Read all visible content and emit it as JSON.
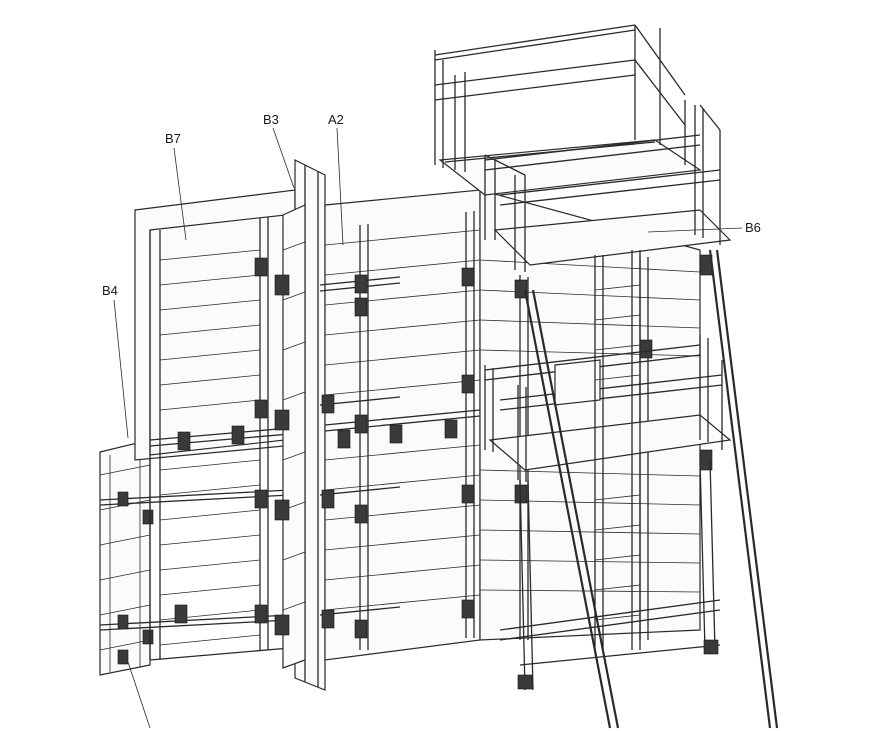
{
  "diagram": {
    "labels": [
      {
        "id": "B7",
        "text": "B7"
      },
      {
        "id": "B3",
        "text": "B3"
      },
      {
        "id": "A2",
        "text": "A2"
      },
      {
        "id": "B4",
        "text": "B4"
      },
      {
        "id": "B6",
        "text": "B6"
      }
    ]
  }
}
